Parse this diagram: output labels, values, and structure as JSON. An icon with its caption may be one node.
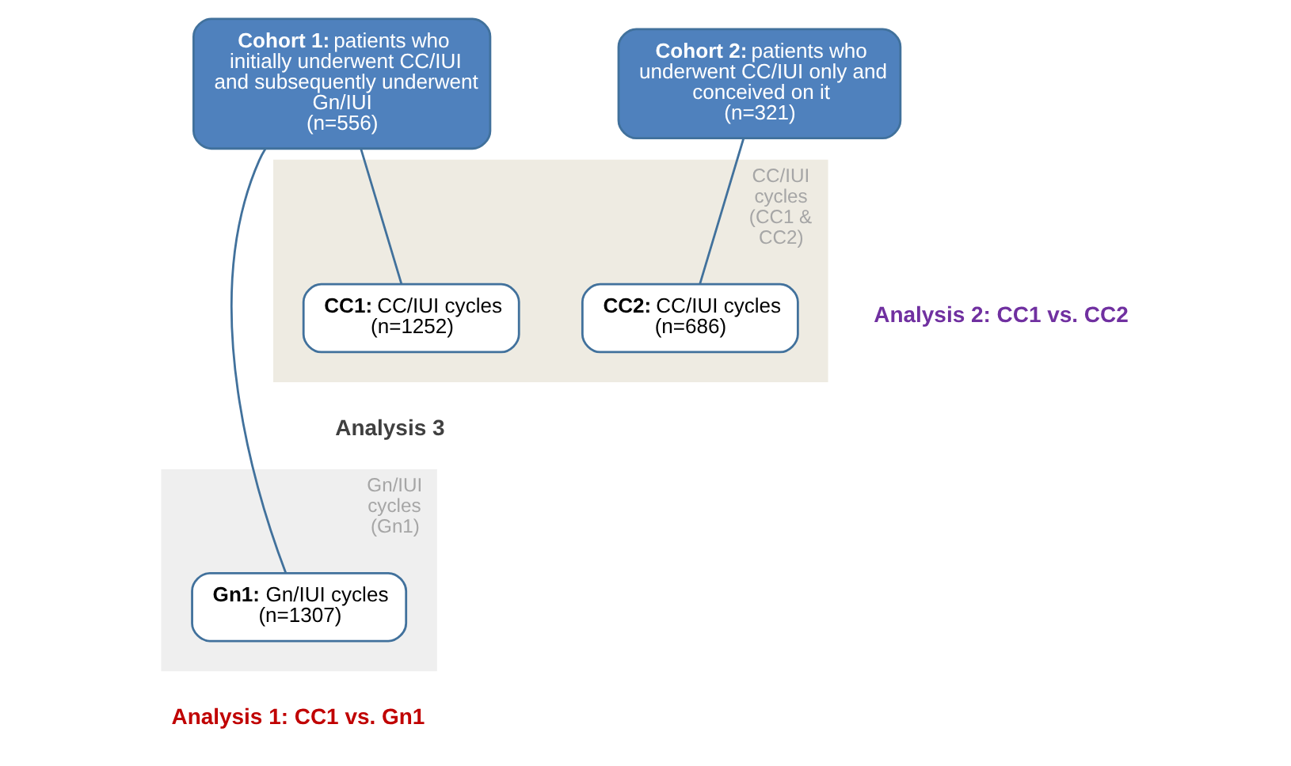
{
  "diagram": {
    "nodes": [
      {
        "text": [
          "**Cohort 1:** patients who initially underwent CC/IUI and subsequently underwent Gn/IUI",
          "(n=556)"
        ]
      },
      {
        "text": [
          "**Cohort 2:** patients who underwent CC/IUI only and conceived on it",
          "(n=321)"
        ]
      },
      {
        "text": [
          "CC/IUI cycles (CC1 & CC2)"
        ]
      },
      {
        "text": [
          "**CC1:** CC/IUI cycles",
          "(n=1252)"
        ],
        "in": 2
      },
      {
        "text": [
          "**CC2:** CC/IUI cycles",
          "(n=686)"
        ],
        "in": 2
      },
      {
        "text": [
          "Gn/IUI cycles (Gn1)"
        ]
      },
      {
        "text": [
          "**Gn1:** Gn/IUI cycles",
          "(n=1307)"
        ],
        "in": 5
      }
    ],
    "edges": [
      {
        "from": 0,
        "to": 3,
        "arrow": "none"
      },
      {
        "from": 0,
        "to": 6,
        "arrow": "none"
      },
      {
        "from": 1,
        "to": 4,
        "arrow": "none"
      }
    ],
    "labels": [
      "Analysis 2: CC1 vs. CC2",
      "Analysis 3",
      "Analysis 1: CC1 vs. Gn1"
    ]
  }
}
